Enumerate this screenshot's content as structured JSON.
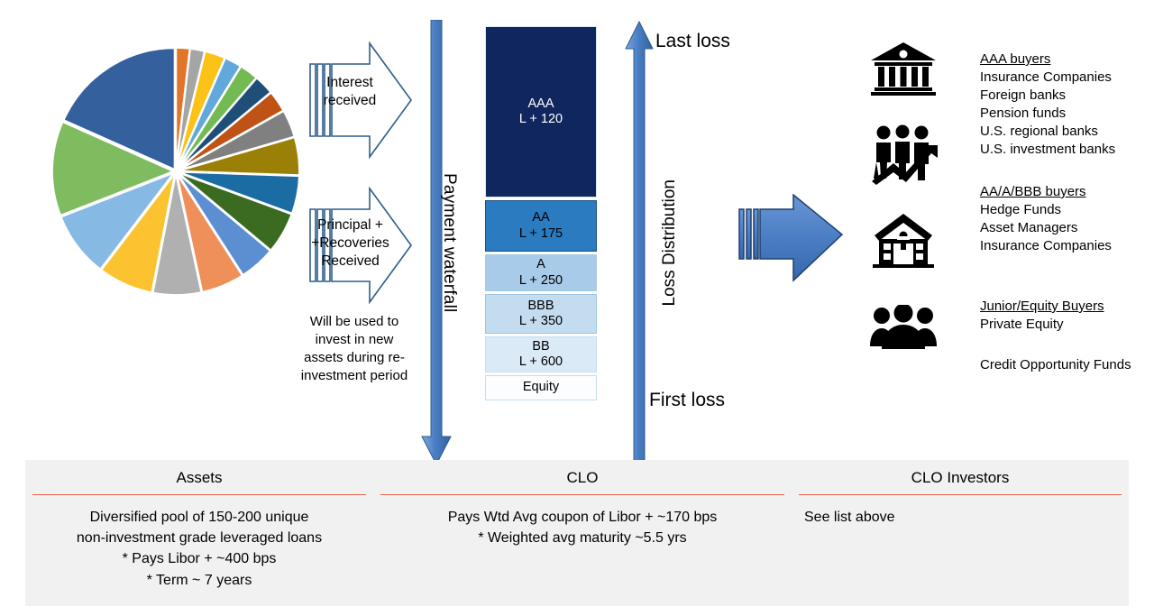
{
  "pie": {
    "label": "diversified-loan-pool",
    "slices": [
      {
        "value": 1.6,
        "color": "#e1752a"
      },
      {
        "value": 1.7,
        "color": "#a5a5a5"
      },
      {
        "value": 2.4,
        "color": "#fdc217"
      },
      {
        "value": 2.0,
        "color": "#62a8dd"
      },
      {
        "value": 2.2,
        "color": "#72ba51"
      },
      {
        "value": 2.3,
        "color": "#1f4e79"
      },
      {
        "value": 2.5,
        "color": "#bf5215"
      },
      {
        "value": 3.2,
        "color": "#808080"
      },
      {
        "value": 4.4,
        "color": "#9a8006"
      },
      {
        "value": 4.4,
        "color": "#1c6ca4"
      },
      {
        "value": 4.8,
        "color": "#3a6b20"
      },
      {
        "value": 4.2,
        "color": "#5b8fd1"
      },
      {
        "value": 5.0,
        "color": "#ef8f5a"
      },
      {
        "value": 5.6,
        "color": "#b0b0b0"
      },
      {
        "value": 6.4,
        "color": "#fbc330"
      },
      {
        "value": 7.6,
        "color": "#86b9e3"
      },
      {
        "value": 11.0,
        "color": "#7fbb5f"
      },
      {
        "value": 16.0,
        "color": "#34609e"
      }
    ]
  },
  "flows": {
    "interest": "Interest\nreceived",
    "principal": "Principal +\n+Recoveries\nReceived",
    "note": "Will be used to invest in new assets during re-investment period"
  },
  "waterfall": {
    "label": "Payment waterfall"
  },
  "loss_distribution": {
    "label": "Loss Distribution",
    "last_loss": "Last loss",
    "first_loss": "First loss"
  },
  "tranches": [
    {
      "rating": "AAA",
      "spread": "L + 120",
      "height": 190,
      "fill": "#10265e",
      "border": "#dde8f3",
      "text": "#ffffff"
    },
    {
      "rating": "AA",
      "spread": "L + 175",
      "height": 57,
      "fill": "#2b7bc0",
      "border": "#1d4f7d",
      "text": "#000000"
    },
    {
      "rating": "A",
      "spread": "L + 250",
      "height": 41,
      "fill": "#a7cbe8",
      "border": "#a7cbe8",
      "text": "#000000"
    },
    {
      "rating": "BBB",
      "spread": "L + 350",
      "height": 44,
      "fill": "#c3dcf0",
      "border": "#9ec4e0",
      "text": "#000000"
    },
    {
      "rating": "BB",
      "spread": "L + 600",
      "height": 40,
      "fill": "#dbeaf7",
      "border": "#c7ddef",
      "text": "#000000"
    },
    {
      "rating": "Equity",
      "spread": "",
      "height": 28,
      "fill": "#fbfdff",
      "border": "#c7ddef",
      "text": "#000000"
    }
  ],
  "investor_icons": [
    {
      "name": "bank-building-icon"
    },
    {
      "name": "people-growth-chart-icon"
    },
    {
      "name": "institution-building-icon"
    },
    {
      "name": "group-of-people-icon"
    }
  ],
  "investors": [
    {
      "heading": "AAA buyers",
      "items": [
        "Insurance Companies",
        "Foreign banks",
        "Pension funds",
        "U.S. regional banks",
        "U.S. investment banks"
      ]
    },
    {
      "heading": "AA/A/BBB buyers",
      "items": [
        "Hedge Funds",
        "Asset Managers",
        "Insurance Companies"
      ]
    },
    {
      "heading": "Junior/Equity Buyers",
      "items": [
        "Private Equity"
      ]
    },
    {
      "heading": "",
      "items": [
        "Credit Opportunity Funds"
      ]
    }
  ],
  "summary": {
    "assets": {
      "title": "Assets",
      "body": "Diversified pool of 150-200 unique\nnon-investment grade leveraged loans\n* Pays Libor + ~400 bps\n* Term ~ 7 years"
    },
    "clo": {
      "title": "CLO",
      "body": "Pays Wtd Avg coupon of Libor + ~170 bps\n* Weighted avg maturity ~5.5 yrs"
    },
    "investors": {
      "title": "CLO Investors",
      "body": "See list above"
    }
  },
  "colors": {
    "accent_blue": "#4472c4",
    "arrow_outline": "#2e5d8a",
    "rule_red": "#e8604c",
    "panel_gray": "#f1f1f1"
  }
}
